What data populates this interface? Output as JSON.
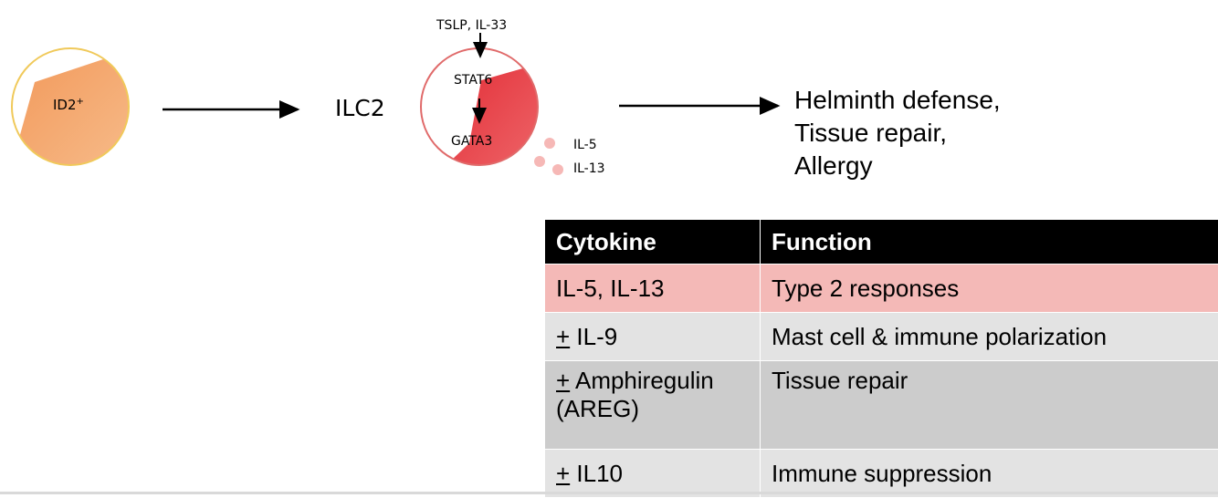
{
  "colors": {
    "id2_fill": "#f4a46a",
    "id2_border": "#f0c95a",
    "ilc2_fill": "#e8383f",
    "ilc2_border": "#e06a6a",
    "secreted_dot": "#f6b8b6",
    "table_header_bg": "#000000",
    "row_pink": "#f4b9b7",
    "row_light_gray": "#e3e3e3",
    "row_gray": "#cccccc"
  },
  "diagram": {
    "progenitor": {
      "label": "ID2",
      "superscript": "+"
    },
    "stimuli": "TSLP, IL-33",
    "cell_name": "ILC2",
    "tf_upstream": "STAT6",
    "tf_downstream": "GATA3",
    "secreted": [
      "IL-5",
      "IL-13"
    ],
    "outcomes": [
      "Helminth defense,",
      "Tissue repair,",
      "Allergy"
    ]
  },
  "table": {
    "headers": [
      "Cytokine",
      "Function"
    ],
    "rows": [
      {
        "prefix": "",
        "cytokine": "IL-5, IL-13",
        "cytokine_line2": "",
        "function": "Type 2 responses"
      },
      {
        "prefix": "+",
        "cytokine": " IL-9",
        "cytokine_line2": "",
        "function": "Mast cell & immune polarization"
      },
      {
        "prefix": "+",
        "cytokine": " Amphiregulin",
        "cytokine_line2": "(AREG)",
        "function": "Tissue repair"
      },
      {
        "prefix": "+",
        "cytokine": " IL10",
        "cytokine_line2": "",
        "function": "Immune suppression"
      }
    ]
  }
}
